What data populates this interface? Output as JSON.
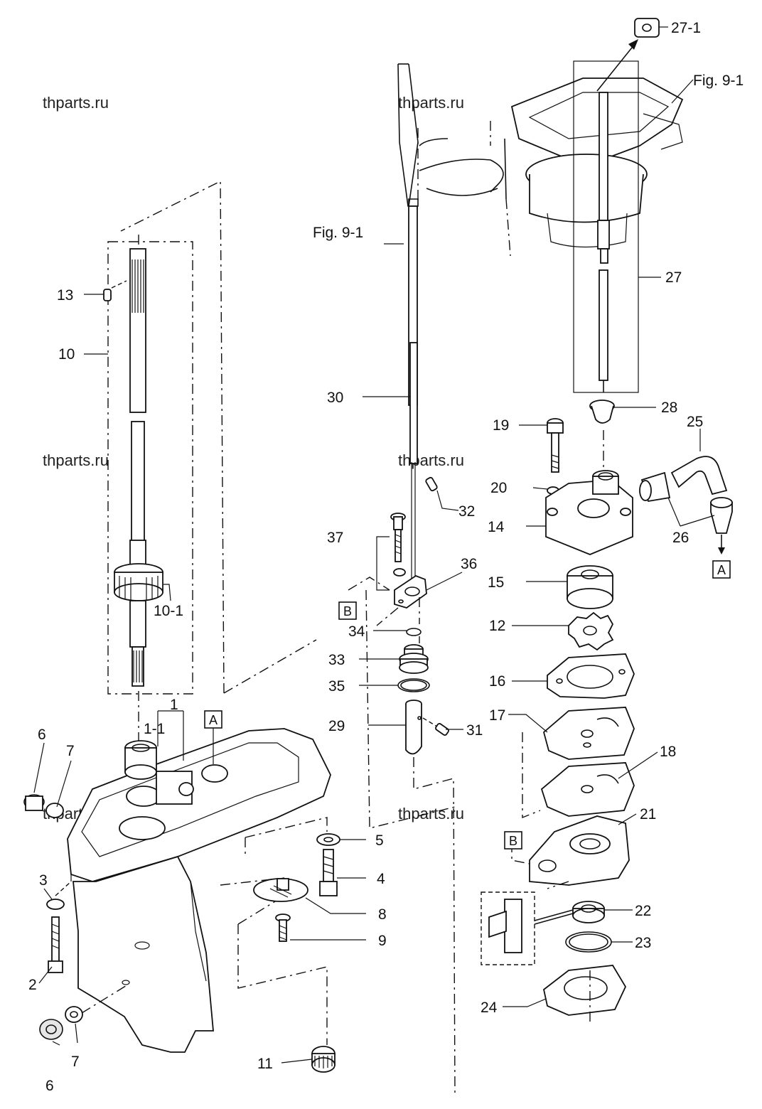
{
  "watermark": "thparts.ru",
  "figure_ref": "Fig. 9-1",
  "connector_labels": {
    "a": "A",
    "b": "B"
  },
  "part_numbers": {
    "p1": "1",
    "p1_1": "1-1",
    "p2": "2",
    "p3": "3",
    "p4": "4",
    "p5": "5",
    "p6": "6",
    "p7": "7",
    "p8": "8",
    "p9": "9",
    "p10": "10",
    "p10_1": "10-1",
    "p11": "11",
    "p12": "12",
    "p13": "13",
    "p14": "14",
    "p15": "15",
    "p16": "16",
    "p17": "17",
    "p18": "18",
    "p19": "19",
    "p20": "20",
    "p21": "21",
    "p22": "22",
    "p23": "23",
    "p24": "24",
    "p25": "25",
    "p26": "26",
    "p27": "27",
    "p27_1": "27-1",
    "p28": "28",
    "p29": "29",
    "p30": "30",
    "p31": "31",
    "p32": "32",
    "p33": "33",
    "p34": "34",
    "p35": "35",
    "p36": "36",
    "p37": "37"
  }
}
